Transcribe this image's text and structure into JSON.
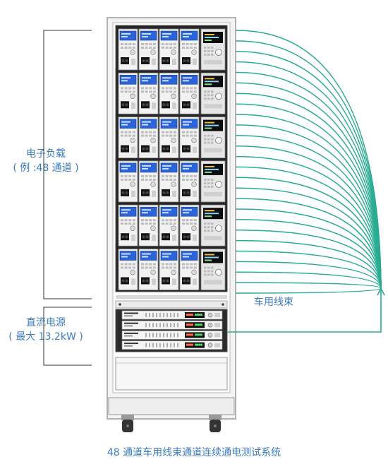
{
  "labels": {
    "load_line1": "电子负载",
    "load_line2": "( 例 :48 通道 )",
    "psu_line1": "直流电源",
    "psu_line2": "( 最大 13.2kW )",
    "harness": "车用线束"
  },
  "caption": "48 通道车用线束通道连续通电测试系统",
  "colors": {
    "accent_text": "#3a7bbf",
    "wire": "#2aab93",
    "bracket": "#333333",
    "screen": "#2a64d8"
  }
}
